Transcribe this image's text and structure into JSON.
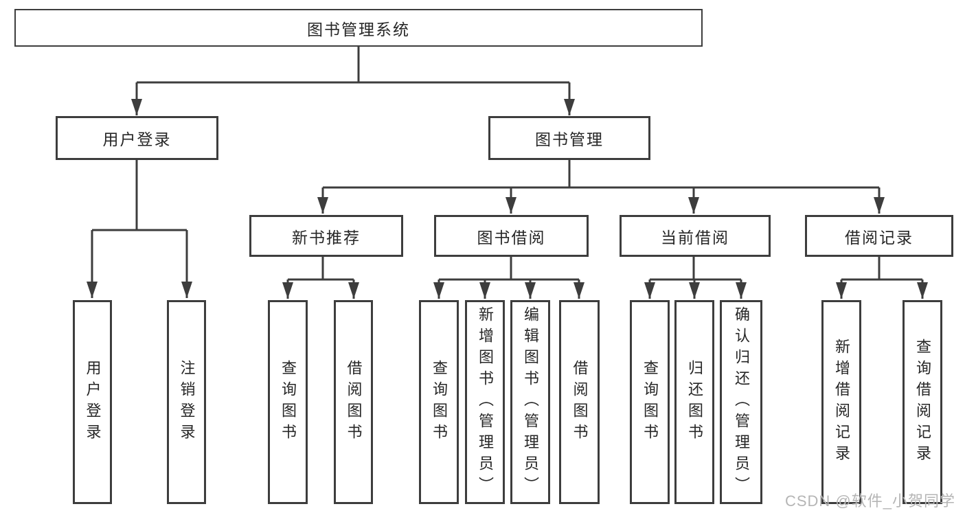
{
  "nodes": {
    "root": "图书管理系统",
    "level1": {
      "user_login": "用户登录",
      "book_mgmt": "图书管理"
    },
    "level2": {
      "new_book": "新书推荐",
      "book_borrow": "图书借阅",
      "current_borrow": "当前借阅",
      "borrow_records": "借阅记录"
    },
    "leaves": {
      "login": [
        "用户登录",
        "注销登录"
      ],
      "new_book": [
        "查询图书",
        "借阅图书"
      ],
      "book_borrow": [
        "查询图书",
        "新增图书（管理员）",
        "编辑图书（管理员）",
        "借阅图书"
      ],
      "current_borrow": [
        "查询图书",
        "归还图书",
        "确认归还（管理员）"
      ],
      "borrow_records": [
        "新增借阅记录",
        "查询借阅记录"
      ]
    }
  },
  "watermark": "CSDN @软件_小贺同学",
  "colors": {
    "line": "#3d3d3d",
    "text": "#262626",
    "watermark": "#b5b5b5",
    "background": "#ffffff"
  }
}
